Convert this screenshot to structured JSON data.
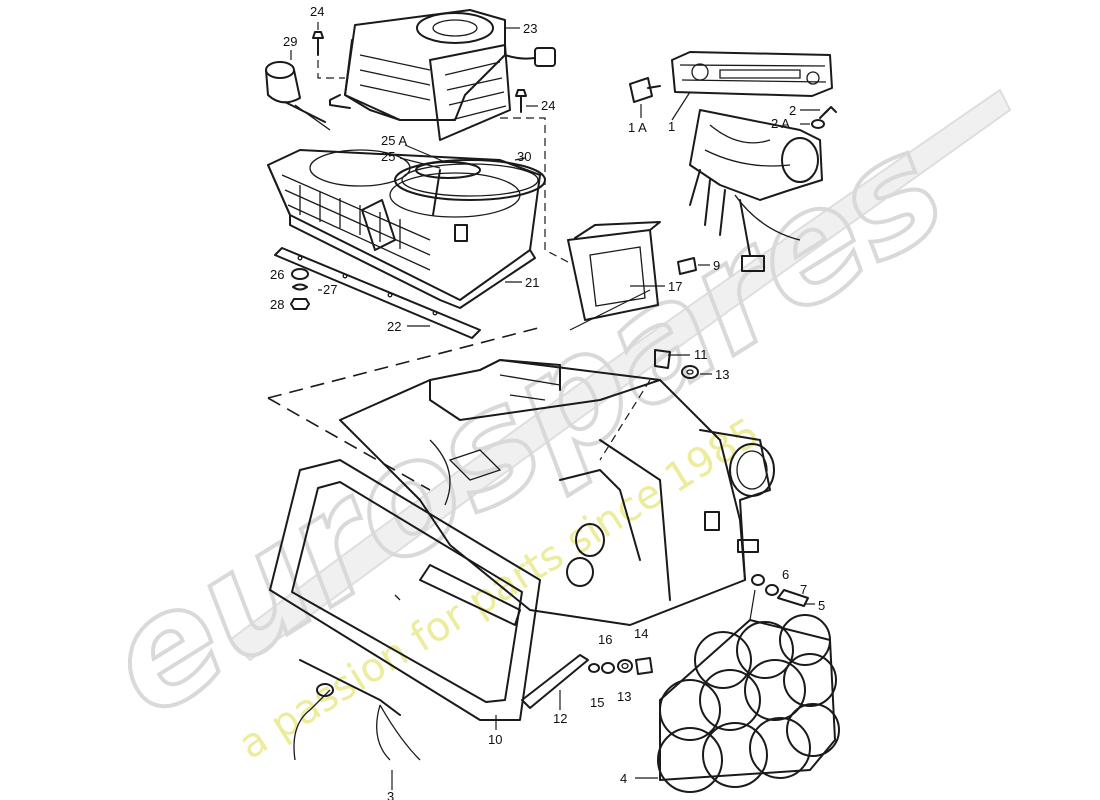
{
  "watermark": {
    "brand": "eurospares",
    "tagline": "a passion for parts since 1985",
    "tagline_color": "#e6e68a",
    "brand_color": "#d9d9d9"
  },
  "callouts": {
    "c1": "1",
    "c1a": "1 A",
    "c2": "2",
    "c2a": "2 A",
    "c3": "3",
    "c4": "4",
    "c5": "5",
    "c6": "6",
    "c7": "7",
    "c9": "9",
    "c10": "10",
    "c11": "11",
    "c12": "12",
    "c13a": "13",
    "c13b": "13",
    "c14": "14",
    "c15": "15",
    "c16": "16",
    "c17": "17",
    "c21": "21",
    "c22": "22",
    "c23": "23",
    "c24a": "24",
    "c24b": "24",
    "c25": "25",
    "c25a": "25 A",
    "c26": "26",
    "c27": "27",
    "c28": "28",
    "c29": "29",
    "c30": "30"
  }
}
